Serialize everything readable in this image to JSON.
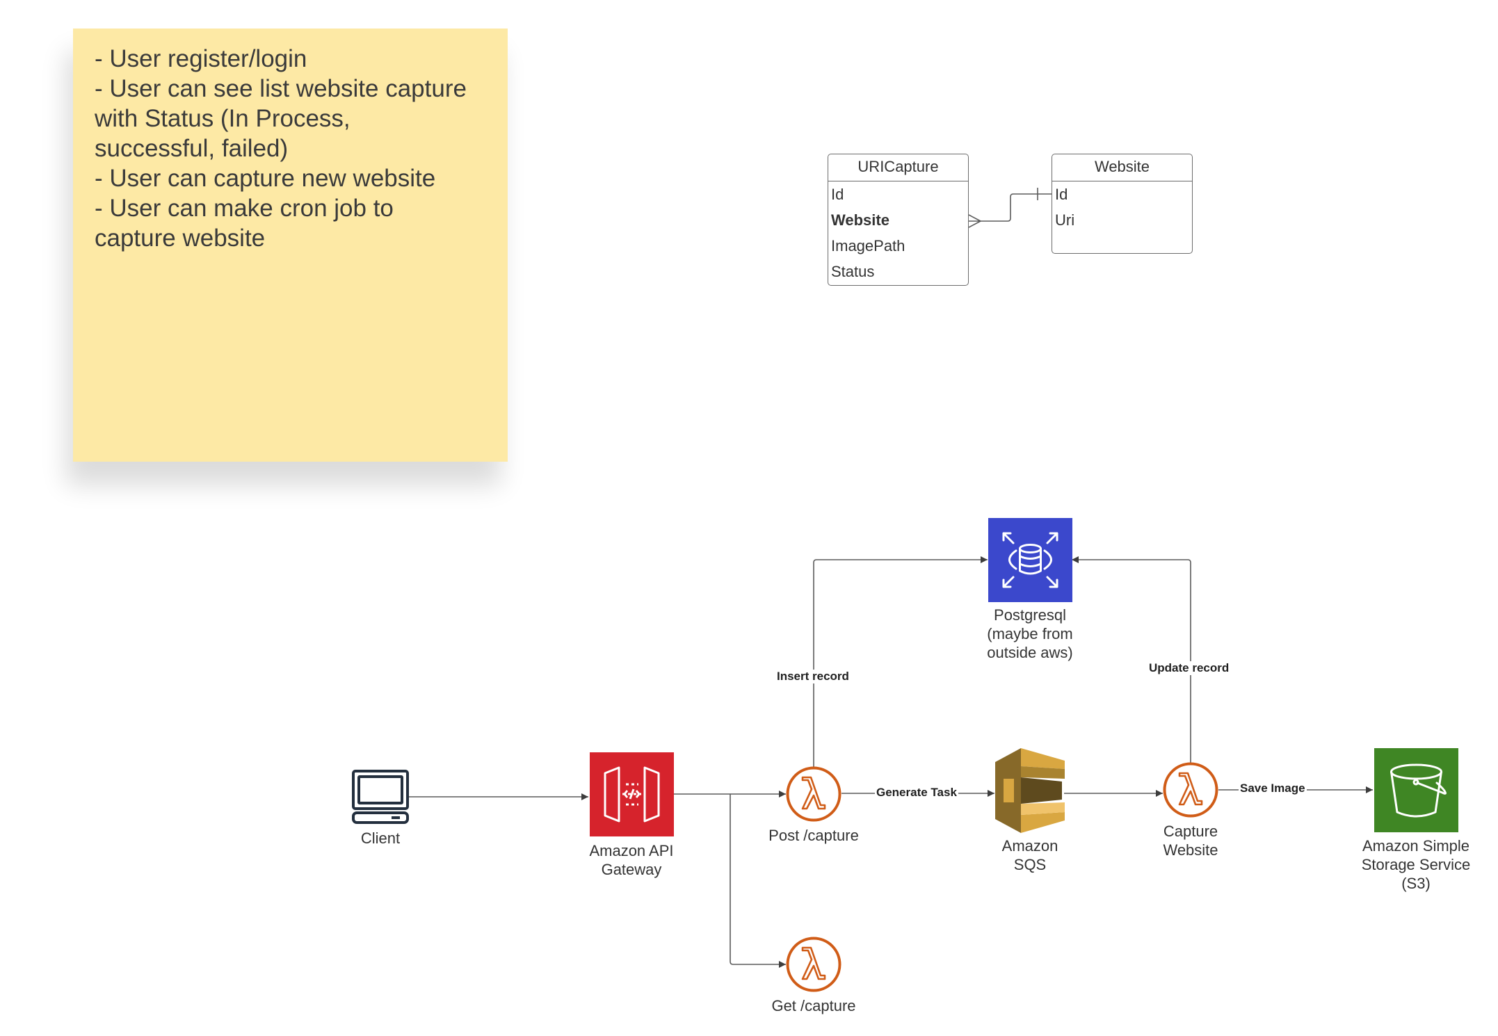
{
  "sticky_note": {
    "lines": [
      "- User register/login",
      "- User can see list website capture",
      "with Status (In Process,",
      "successful, failed)",
      "- User can capture new website",
      "- User can make cron job to",
      "capture website"
    ]
  },
  "er_diagram": {
    "uricapture": {
      "title": "URICapture",
      "fields": [
        "Id",
        "Website",
        "ImagePath",
        "Status"
      ]
    },
    "website": {
      "title": "Website",
      "fields": [
        "Id",
        "Uri"
      ]
    },
    "relationship": "many-to-one"
  },
  "nodes": {
    "client": "Client",
    "api_gateway": "Amazon API\nGateway",
    "post_capture": "Post /capture",
    "get_capture": "Get /capture",
    "postgresql": "Postgresql\n(maybe from\noutside aws)",
    "sqs": "Amazon\nSQS",
    "capture_website": "Capture\nWebsite",
    "s3": "Amazon Simple\nStorage Service\n(S3)"
  },
  "edges": {
    "insert_record": "Insert record",
    "update_record": "Update record",
    "generate_task": "Generate Task",
    "save_image": "Save Image"
  },
  "colors": {
    "sticky": "#fde9a5",
    "api_gateway": "#d6232c",
    "postgresql": "#3b48cc",
    "lambda": "#d05c17",
    "sqs": "#d9a741",
    "s3": "#3f8624",
    "line": "#4a4a4a"
  },
  "icons": {
    "client": "computer-icon",
    "api_gateway": "api-gateway-icon",
    "lambda": "lambda-icon",
    "postgresql": "rds-database-icon",
    "sqs": "sqs-queue-icon",
    "s3": "s3-bucket-icon"
  }
}
